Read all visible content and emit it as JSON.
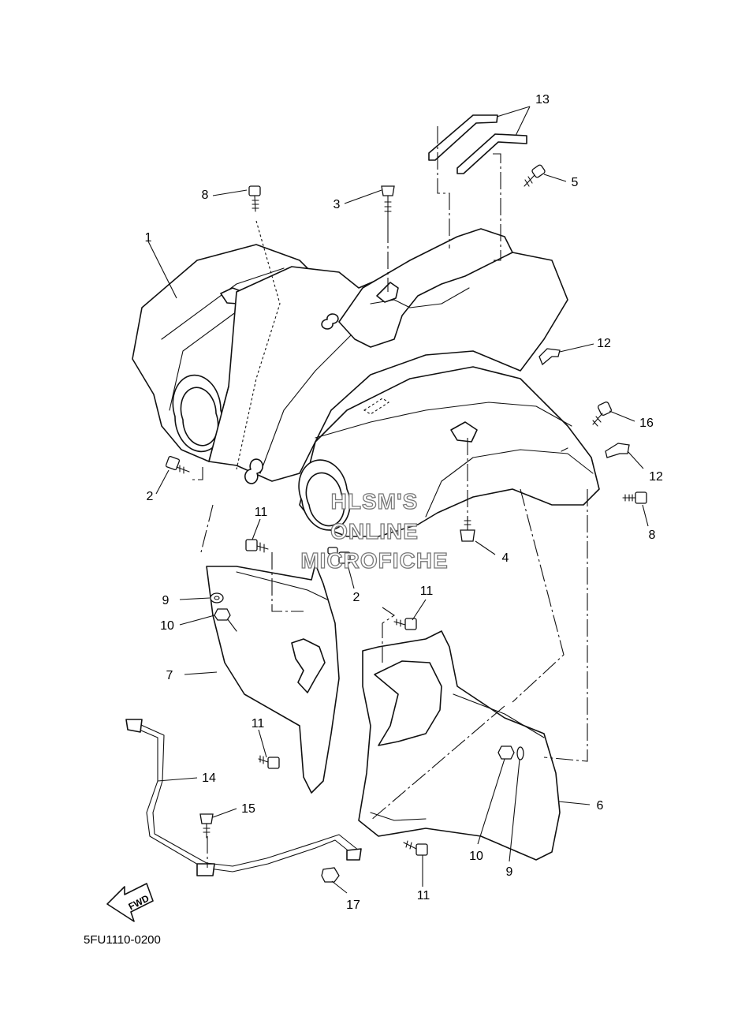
{
  "callouts": [
    "1",
    "2",
    "2",
    "3",
    "4",
    "5",
    "6",
    "7",
    "8",
    "8",
    "9",
    "9",
    "10",
    "10",
    "11",
    "11",
    "11",
    "11",
    "12",
    "12",
    "13",
    "14",
    "15",
    "16",
    "17"
  ],
  "watermark": [
    "HLSM'S",
    "ONLINE",
    "MICROFICHE"
  ],
  "fwd_label": "FWD",
  "diagram_code": "5FU1110-0200"
}
